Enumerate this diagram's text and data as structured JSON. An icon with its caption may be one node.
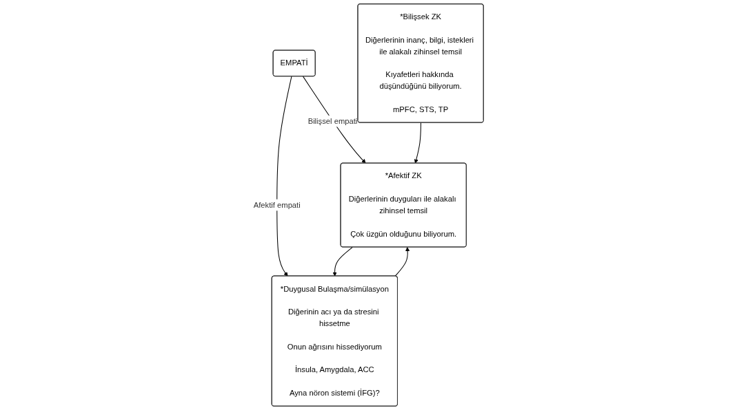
{
  "diagram": {
    "nodes": [
      {
        "text": [
          "EMPATİ"
        ]
      },
      {
        "text": [
          "*Bilişsek ZK",
          "Diğerlerinin inanç, bilgi, istekleri ile alakalı zihinsel temsil",
          "Kıyafetleri hakkında düşündüğünü biliyorum.",
          "mPFC, STS, TP"
        ]
      },
      {
        "text": [
          "*Afektif ZK",
          "Diğerlerinin duyguları ile alakalı zihinsel temsil",
          "Çok üzgün olduğunu biliyorum."
        ]
      },
      {
        "text": [
          "*Duygusal Bulaşma/simülasyon",
          "Diğerinin acı ya da stresini hissetme",
          "Onun ağrısını hissediyorum",
          "İnsula, Amygdala, ACC",
          "Ayna nöron sistemi (İFG)?"
        ]
      }
    ],
    "edges": [
      {
        "from": 0,
        "to": 2,
        "arrow": "to",
        "label": "Bilişsel empati"
      },
      {
        "from": 0,
        "to": 3,
        "arrow": "to",
        "label": "Afektif empati"
      },
      {
        "from": 1,
        "to": 2,
        "arrow": "to"
      },
      {
        "from": 2,
        "to": 3,
        "arrow": "to"
      },
      {
        "from": 3,
        "to": 2,
        "arrow": "to"
      }
    ]
  }
}
